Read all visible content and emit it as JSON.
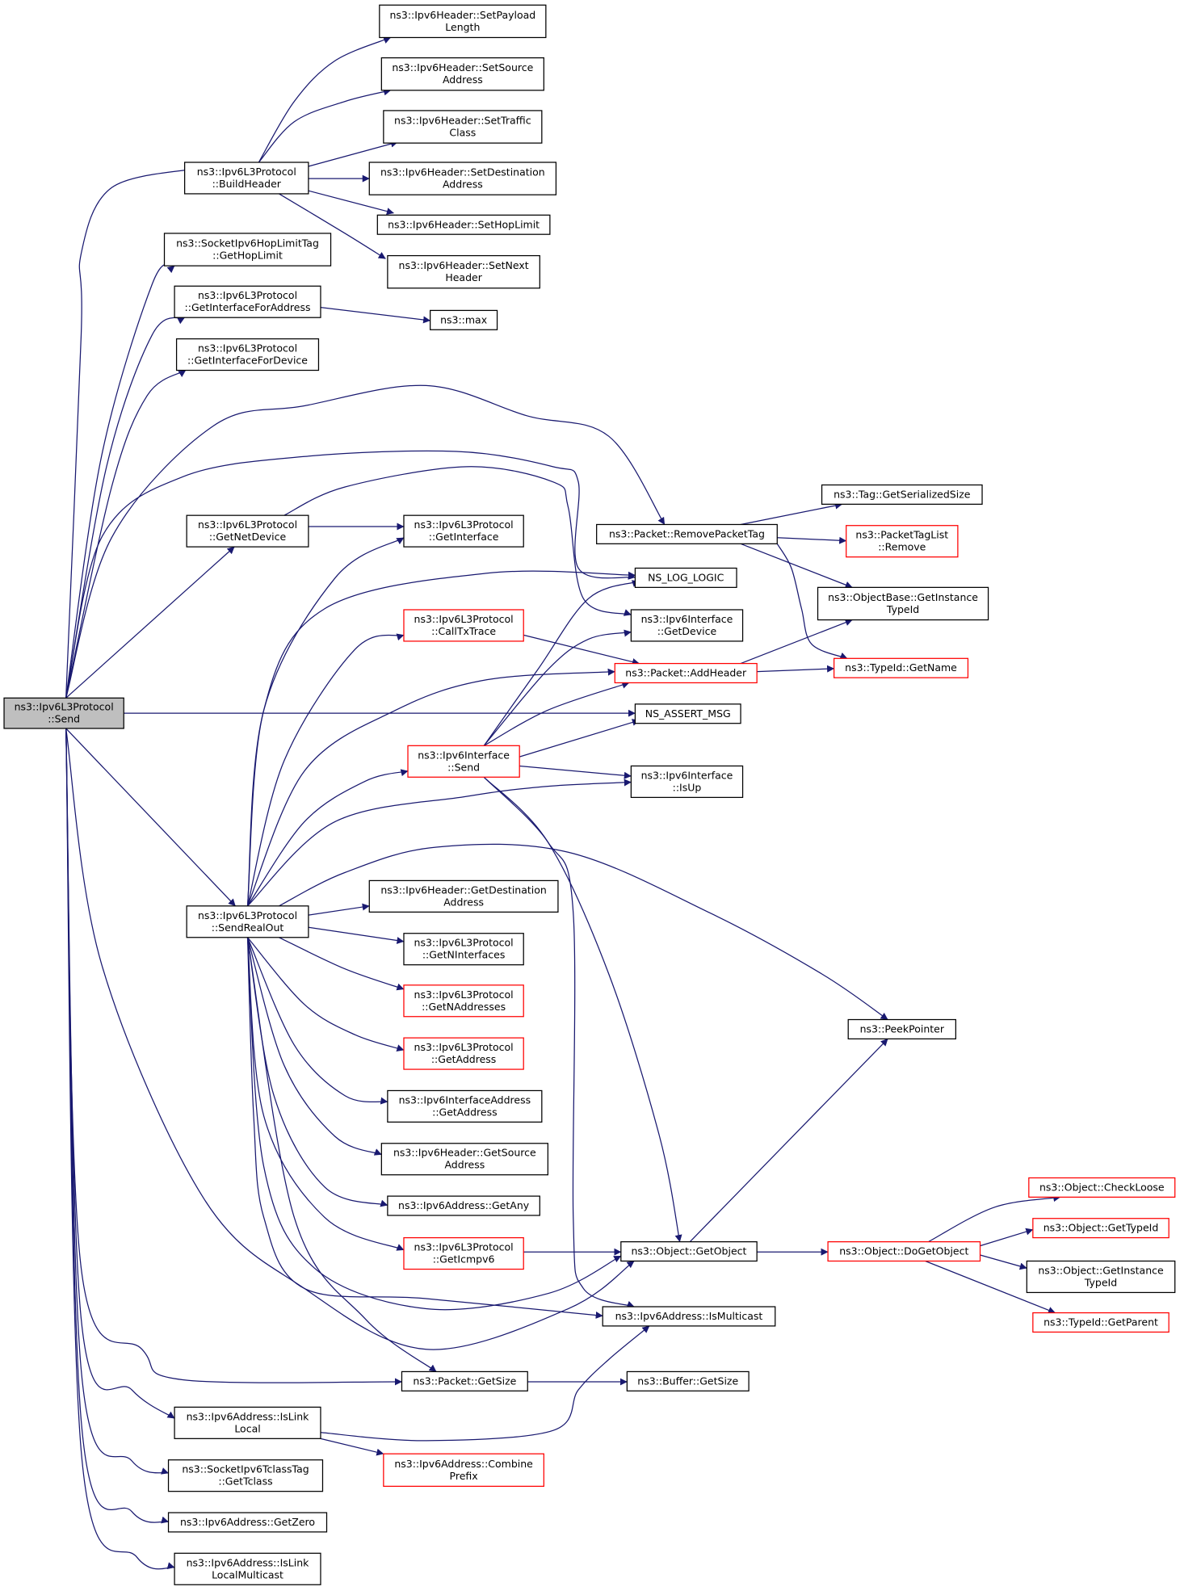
{
  "diagram": {
    "type": "call-graph",
    "colors": {
      "edge": "#191970",
      "border": "#000000",
      "incomplete_border": "#ff0000",
      "root_fill": "#bfbfbf"
    },
    "nodes": [
      {
        "id": "send",
        "lines": [
          "ns3::Ipv6L3Protocol",
          "::Send"
        ],
        "style": "root"
      },
      {
        "id": "buildheader",
        "lines": [
          "ns3::Ipv6L3Protocol",
          "::BuildHeader"
        ],
        "style": "normal"
      },
      {
        "id": "setpayload",
        "lines": [
          "ns3::Ipv6Header::SetPayload",
          "Length"
        ],
        "style": "normal"
      },
      {
        "id": "setsource",
        "lines": [
          "ns3::Ipv6Header::SetSource",
          "Address"
        ],
        "style": "normal"
      },
      {
        "id": "settraffic",
        "lines": [
          "ns3::Ipv6Header::SetTraffic",
          "Class"
        ],
        "style": "normal"
      },
      {
        "id": "setdest",
        "lines": [
          "ns3::Ipv6Header::SetDestination",
          "Address"
        ],
        "style": "normal"
      },
      {
        "id": "sethoplimit",
        "lines": [
          "ns3::Ipv6Header::SetHopLimit"
        ],
        "style": "normal"
      },
      {
        "id": "setnext",
        "lines": [
          "ns3::Ipv6Header::SetNext",
          "Header"
        ],
        "style": "normal"
      },
      {
        "id": "gethoplimit",
        "lines": [
          "ns3::SocketIpv6HopLimitTag",
          "::GetHopLimit"
        ],
        "style": "normal"
      },
      {
        "id": "getifaddr",
        "lines": [
          "ns3::Ipv6L3Protocol",
          "::GetInterfaceForAddress"
        ],
        "style": "normal"
      },
      {
        "id": "max",
        "lines": [
          "ns3::max"
        ],
        "style": "normal"
      },
      {
        "id": "getifdev",
        "lines": [
          "ns3::Ipv6L3Protocol",
          "::GetInterfaceForDevice"
        ],
        "style": "normal"
      },
      {
        "id": "getnetdev",
        "lines": [
          "ns3::Ipv6L3Protocol",
          "::GetNetDevice"
        ],
        "style": "normal"
      },
      {
        "id": "getinterface",
        "lines": [
          "ns3::Ipv6L3Protocol",
          "::GetInterface"
        ],
        "style": "normal"
      },
      {
        "id": "removetag",
        "lines": [
          "ns3::Packet::RemovePacketTag"
        ],
        "style": "normal"
      },
      {
        "id": "getserialsize",
        "lines": [
          "ns3::Tag::GetSerializedSize"
        ],
        "style": "normal"
      },
      {
        "id": "taglistremove",
        "lines": [
          "ns3::PacketTagList",
          "::Remove"
        ],
        "style": "incomplete"
      },
      {
        "id": "loglogic",
        "lines": [
          "NS_LOG_LOGIC"
        ],
        "style": "normal"
      },
      {
        "id": "objbasetypeid",
        "lines": [
          "ns3::ObjectBase::GetInstance",
          "TypeId"
        ],
        "style": "normal"
      },
      {
        "id": "calltxtrace",
        "lines": [
          "ns3::Ipv6L3Protocol",
          "::CallTxTrace"
        ],
        "style": "incomplete"
      },
      {
        "id": "ifgetdevice",
        "lines": [
          "ns3::Ipv6Interface",
          "::GetDevice"
        ],
        "style": "normal"
      },
      {
        "id": "addheader",
        "lines": [
          "ns3::Packet::AddHeader"
        ],
        "style": "incomplete"
      },
      {
        "id": "typeidname",
        "lines": [
          "ns3::TypeId::GetName"
        ],
        "style": "incomplete"
      },
      {
        "id": "assertmsg",
        "lines": [
          "NS_ASSERT_MSG"
        ],
        "style": "normal"
      },
      {
        "id": "ifsend",
        "lines": [
          "ns3::Ipv6Interface",
          "::Send"
        ],
        "style": "incomplete"
      },
      {
        "id": "isup",
        "lines": [
          "ns3::Ipv6Interface",
          "::IsUp"
        ],
        "style": "normal"
      },
      {
        "id": "sendrealout",
        "lines": [
          "ns3::Ipv6L3Protocol",
          "::SendRealOut"
        ],
        "style": "normal"
      },
      {
        "id": "getdestaddr",
        "lines": [
          "ns3::Ipv6Header::GetDestination",
          "Address"
        ],
        "style": "normal"
      },
      {
        "id": "getninterfaces",
        "lines": [
          "ns3::Ipv6L3Protocol",
          "::GetNInterfaces"
        ],
        "style": "normal"
      },
      {
        "id": "getnaddresses",
        "lines": [
          "ns3::Ipv6L3Protocol",
          "::GetNAddresses"
        ],
        "style": "incomplete"
      },
      {
        "id": "getaddress",
        "lines": [
          "ns3::Ipv6L3Protocol",
          "::GetAddress"
        ],
        "style": "incomplete"
      },
      {
        "id": "peekpointer",
        "lines": [
          "ns3::PeekPointer"
        ],
        "style": "normal"
      },
      {
        "id": "ifaddrgetaddr",
        "lines": [
          "ns3::Ipv6InterfaceAddress",
          "::GetAddress"
        ],
        "style": "normal"
      },
      {
        "id": "getsrcaddr",
        "lines": [
          "ns3::Ipv6Header::GetSource",
          "Address"
        ],
        "style": "normal"
      },
      {
        "id": "getany",
        "lines": [
          "ns3::Ipv6Address::GetAny"
        ],
        "style": "normal"
      },
      {
        "id": "checkloose",
        "lines": [
          "ns3::Object::CheckLoose"
        ],
        "style": "incomplete"
      },
      {
        "id": "objgettypeid",
        "lines": [
          "ns3::Object::GetTypeId"
        ],
        "style": "incomplete"
      },
      {
        "id": "geticmpv6",
        "lines": [
          "ns3::Ipv6L3Protocol",
          "::GetIcmpv6"
        ],
        "style": "incomplete"
      },
      {
        "id": "getobject",
        "lines": [
          "ns3::Object::GetObject"
        ],
        "style": "normal"
      },
      {
        "id": "dogetobject",
        "lines": [
          "ns3::Object::DoGetObject"
        ],
        "style": "incomplete"
      },
      {
        "id": "objinsttypeid",
        "lines": [
          "ns3::Object::GetInstance",
          "TypeId"
        ],
        "style": "normal"
      },
      {
        "id": "ismulticast",
        "lines": [
          "ns3::Ipv6Address::IsMulticast"
        ],
        "style": "normal"
      },
      {
        "id": "getparent",
        "lines": [
          "ns3::TypeId::GetParent"
        ],
        "style": "incomplete"
      },
      {
        "id": "pktgetsize",
        "lines": [
          "ns3::Packet::GetSize"
        ],
        "style": "normal"
      },
      {
        "id": "bufgetsize",
        "lines": [
          "ns3::Buffer::GetSize"
        ],
        "style": "normal"
      },
      {
        "id": "islinklocal",
        "lines": [
          "ns3::Ipv6Address::IsLink",
          "Local"
        ],
        "style": "normal"
      },
      {
        "id": "combineprefix",
        "lines": [
          "ns3::Ipv6Address::Combine",
          "Prefix"
        ],
        "style": "incomplete"
      },
      {
        "id": "gettclass",
        "lines": [
          "ns3::SocketIpv6TclassTag",
          "::GetTclass"
        ],
        "style": "normal"
      },
      {
        "id": "getzero",
        "lines": [
          "ns3::Ipv6Address::GetZero"
        ],
        "style": "normal"
      },
      {
        "id": "islinklocalmc",
        "lines": [
          "ns3::Ipv6Address::IsLink",
          "LocalMulticast"
        ],
        "style": "normal"
      }
    ],
    "edges": [
      [
        "send",
        "buildheader"
      ],
      [
        "send",
        "gethoplimit"
      ],
      [
        "send",
        "getifaddr"
      ],
      [
        "send",
        "getifdev"
      ],
      [
        "send",
        "removetag"
      ],
      [
        "send",
        "loglogic"
      ],
      [
        "send",
        "getnetdev"
      ],
      [
        "send",
        "assertmsg"
      ],
      [
        "send",
        "sendrealout"
      ],
      [
        "send",
        "getobject"
      ],
      [
        "send",
        "pktgetsize"
      ],
      [
        "send",
        "islinklocal"
      ],
      [
        "send",
        "gettclass"
      ],
      [
        "send",
        "getzero"
      ],
      [
        "send",
        "islinklocalmc"
      ],
      [
        "buildheader",
        "setpayload"
      ],
      [
        "buildheader",
        "setsource"
      ],
      [
        "buildheader",
        "settraffic"
      ],
      [
        "buildheader",
        "setdest"
      ],
      [
        "buildheader",
        "sethoplimit"
      ],
      [
        "buildheader",
        "setnext"
      ],
      [
        "getifaddr",
        "max"
      ],
      [
        "getnetdev",
        "getinterface"
      ],
      [
        "getnetdev",
        "ifgetdevice"
      ],
      [
        "removetag",
        "getserialsize"
      ],
      [
        "removetag",
        "taglistremove"
      ],
      [
        "removetag",
        "objbasetypeid"
      ],
      [
        "removetag",
        "typeidname"
      ],
      [
        "calltxtrace",
        "addheader"
      ],
      [
        "addheader",
        "objbasetypeid"
      ],
      [
        "addheader",
        "typeidname"
      ],
      [
        "ifsend",
        "loglogic"
      ],
      [
        "ifsend",
        "ifgetdevice"
      ],
      [
        "ifsend",
        "addheader"
      ],
      [
        "ifsend",
        "assertmsg"
      ],
      [
        "ifsend",
        "isup"
      ],
      [
        "ifsend",
        "getobject"
      ],
      [
        "ifsend",
        "ismulticast"
      ],
      [
        "sendrealout",
        "getinterface"
      ],
      [
        "sendrealout",
        "loglogic"
      ],
      [
        "sendrealout",
        "calltxtrace"
      ],
      [
        "sendrealout",
        "addheader"
      ],
      [
        "sendrealout",
        "ifsend"
      ],
      [
        "sendrealout",
        "isup"
      ],
      [
        "sendrealout",
        "peekpointer"
      ],
      [
        "sendrealout",
        "getdestaddr"
      ],
      [
        "sendrealout",
        "getninterfaces"
      ],
      [
        "sendrealout",
        "getnaddresses"
      ],
      [
        "sendrealout",
        "getaddress"
      ],
      [
        "sendrealout",
        "ifaddrgetaddr"
      ],
      [
        "sendrealout",
        "getsrcaddr"
      ],
      [
        "sendrealout",
        "getany"
      ],
      [
        "sendrealout",
        "geticmpv6"
      ],
      [
        "sendrealout",
        "getobject"
      ],
      [
        "sendrealout",
        "ismulticast"
      ],
      [
        "sendrealout",
        "pktgetsize"
      ],
      [
        "geticmpv6",
        "getobject"
      ],
      [
        "getobject",
        "peekpointer"
      ],
      [
        "getobject",
        "dogetobject"
      ],
      [
        "dogetobject",
        "checkloose"
      ],
      [
        "dogetobject",
        "objgettypeid"
      ],
      [
        "dogetobject",
        "objinsttypeid"
      ],
      [
        "dogetobject",
        "getparent"
      ],
      [
        "pktgetsize",
        "bufgetsize"
      ],
      [
        "islinklocal",
        "ismulticast"
      ],
      [
        "islinklocal",
        "combineprefix"
      ]
    ]
  }
}
